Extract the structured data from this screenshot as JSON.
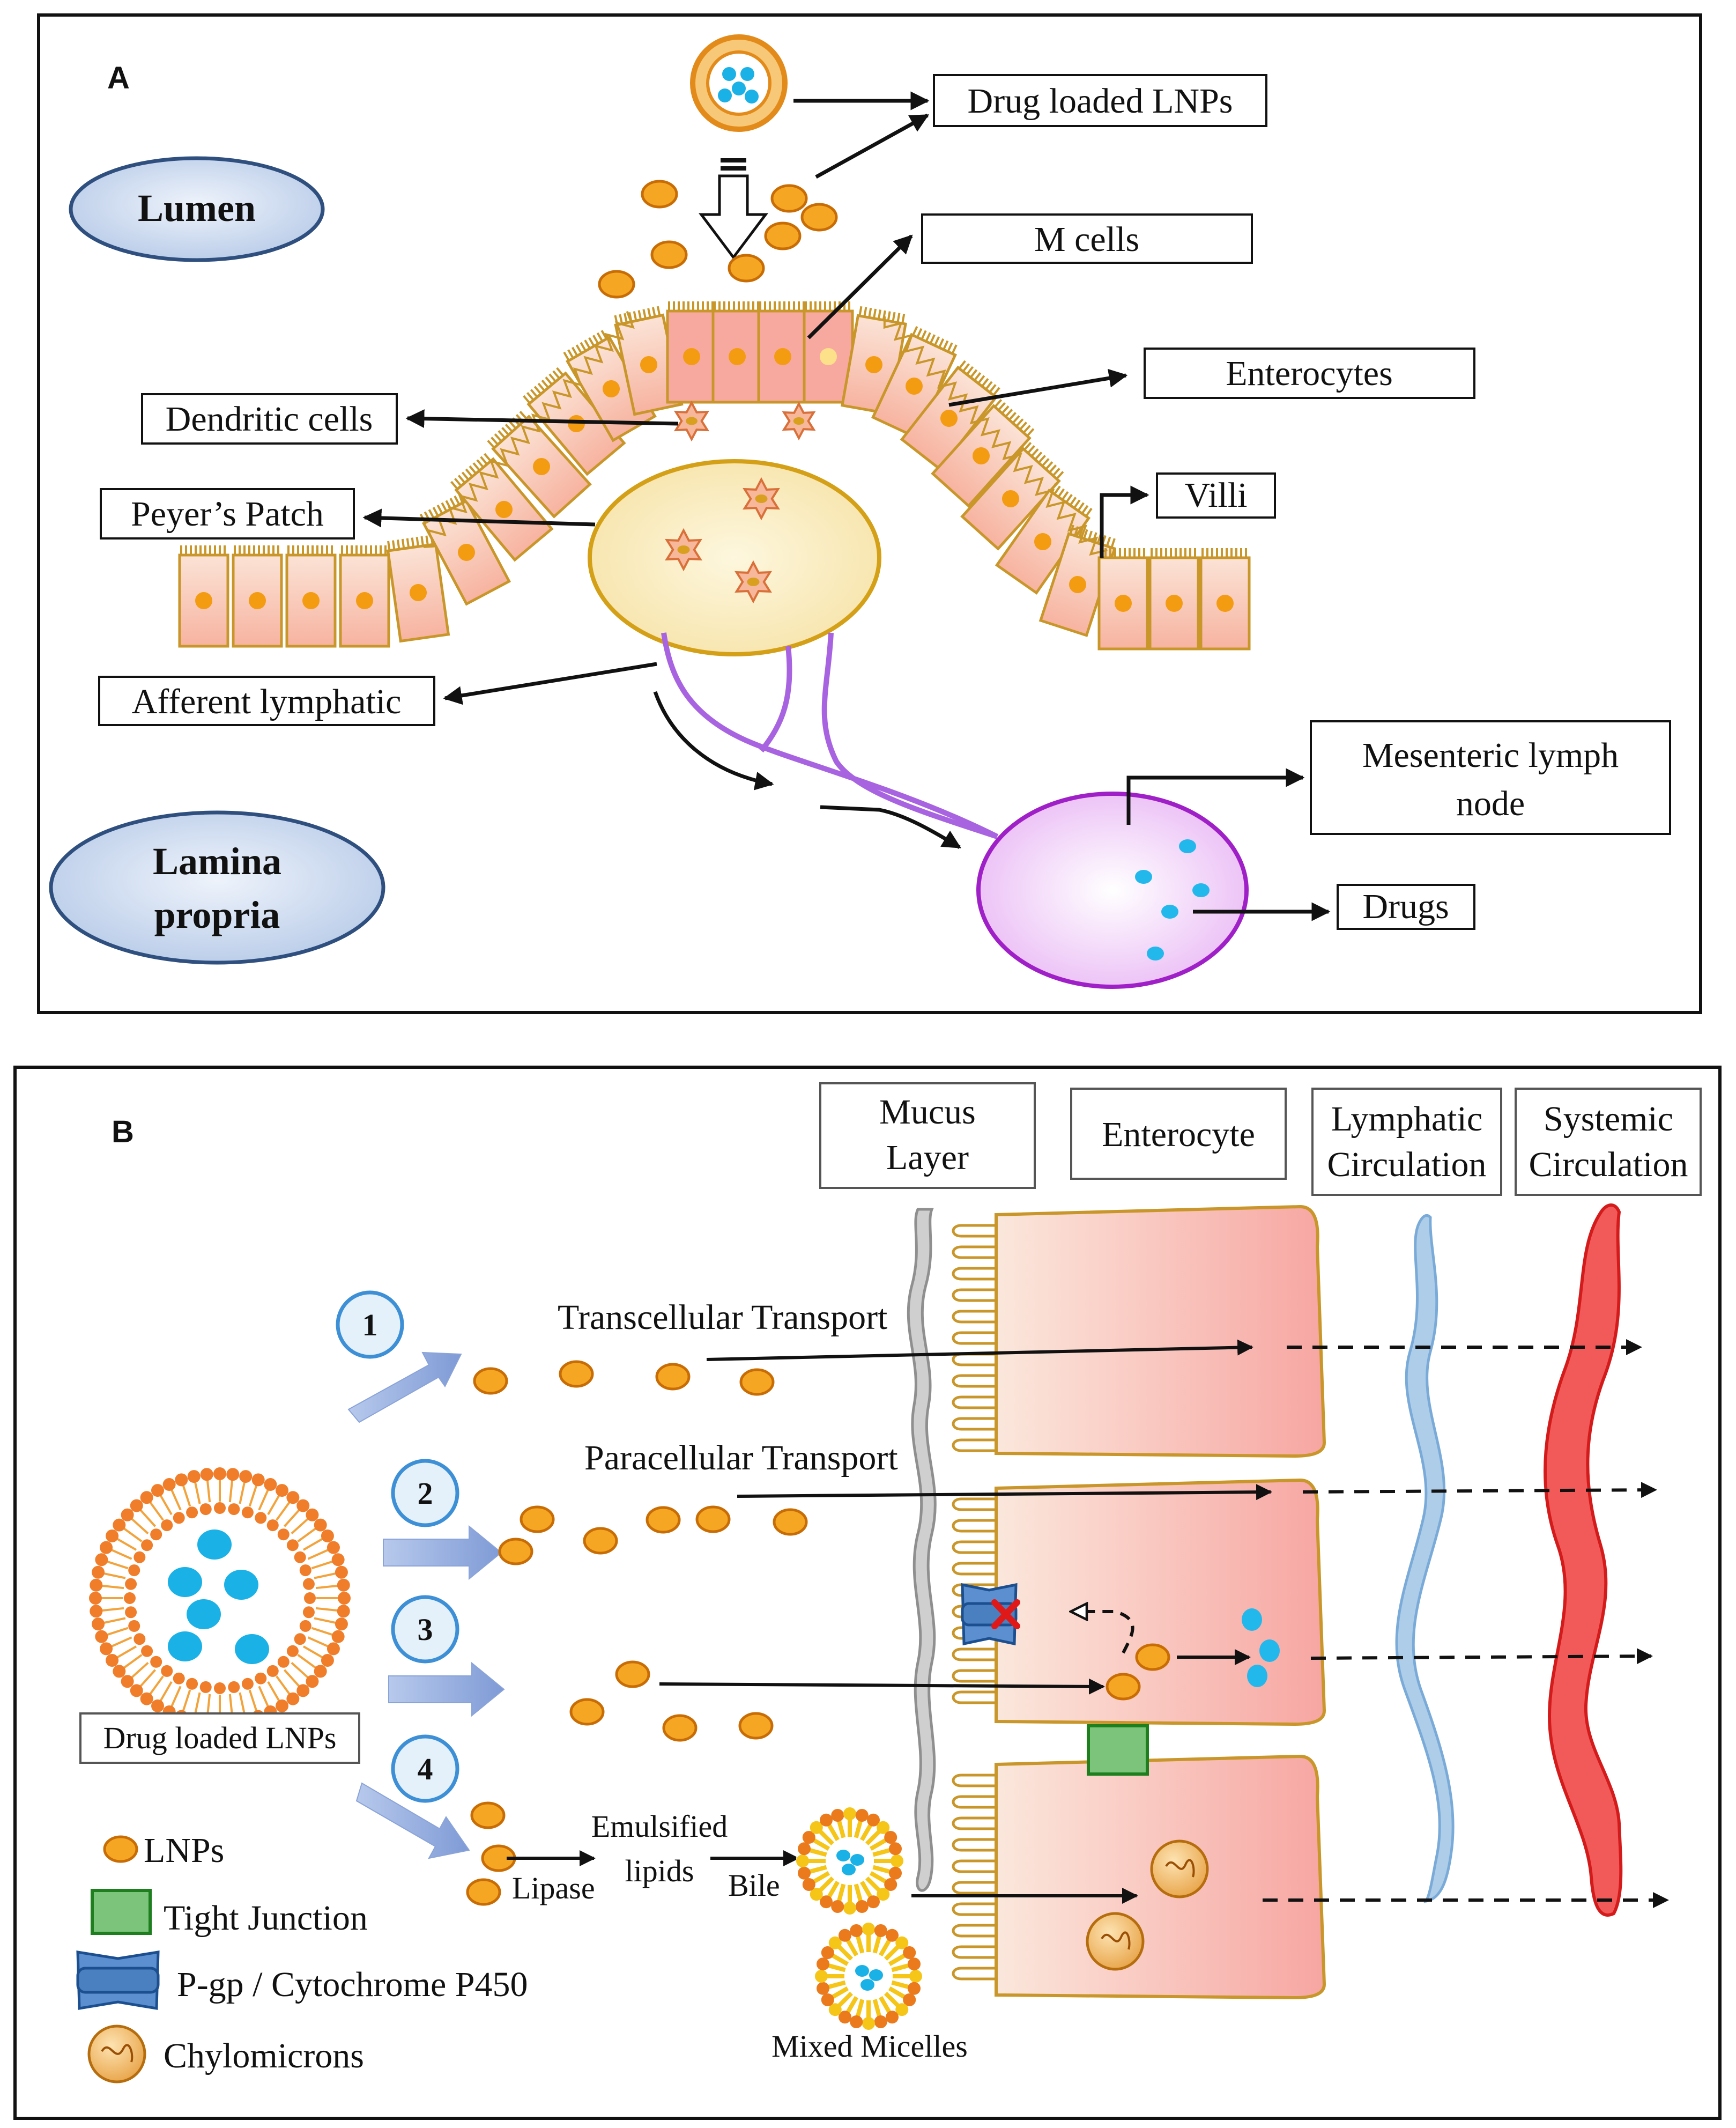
{
  "colors": {
    "cell_fill": "#f9c6b2",
    "cell_border": "#d4a017",
    "nucleus": "#f39c12",
    "lnp": "#f5a623",
    "lymph_purple": "#a864e0",
    "oval_blue": "#c9d9f0",
    "oval_border": "#2f4f7f",
    "peyer": "#fbeec0",
    "node": "#f0c8f7",
    "lymphatic_vessel": "#aecde8",
    "blood_vessel": "#f25a5a",
    "step_arrow": "#94aee0",
    "tight_junction": "#7cc47c",
    "pgp": "#5b8fcf"
  },
  "panelA": {
    "panel_label": "A",
    "lumen": "Lumen",
    "lamina_line1": "Lamina",
    "lamina_line2": "propria",
    "labels": {
      "drug_lnps": "Drug loaded LNPs",
      "m_cells": "M cells",
      "enterocytes": "Enterocytes",
      "dendritic": "Dendritic cells",
      "peyers": "Peyer’s Patch",
      "villi": "Villi",
      "afferent": "Afferent lymphatic",
      "mesenteric_line1": "Mesenteric lymph",
      "mesenteric_line2": "node",
      "drugs": "Drugs"
    }
  },
  "panelB": {
    "panel_label": "B",
    "columns": {
      "mucus_line1": "Mucus",
      "mucus_line2": "Layer",
      "enterocyte": "Enterocyte",
      "lymph_line1": "Lymphatic",
      "lymph_line2": "Circulation",
      "systemic_line1": "Systemic",
      "systemic_line2": "Circulation"
    },
    "steps": [
      "1",
      "2",
      "3",
      "4"
    ],
    "transcellular": "Transcellular Transport",
    "paracellular": "Paracellular Transport",
    "drug_lnps": "Drug loaded LNPs",
    "lipase": "Lipase",
    "emulsified_line1": "Emulsified",
    "emulsified_line2": "lipids",
    "bile": "Bile",
    "mixed_micelles": "Mixed Micelles",
    "legend": {
      "lnps": "LNPs",
      "tight_junction": "Tight Junction",
      "pgp": "P-gp / Cytochrome P450",
      "chylomicrons": "Chylomicrons"
    }
  }
}
